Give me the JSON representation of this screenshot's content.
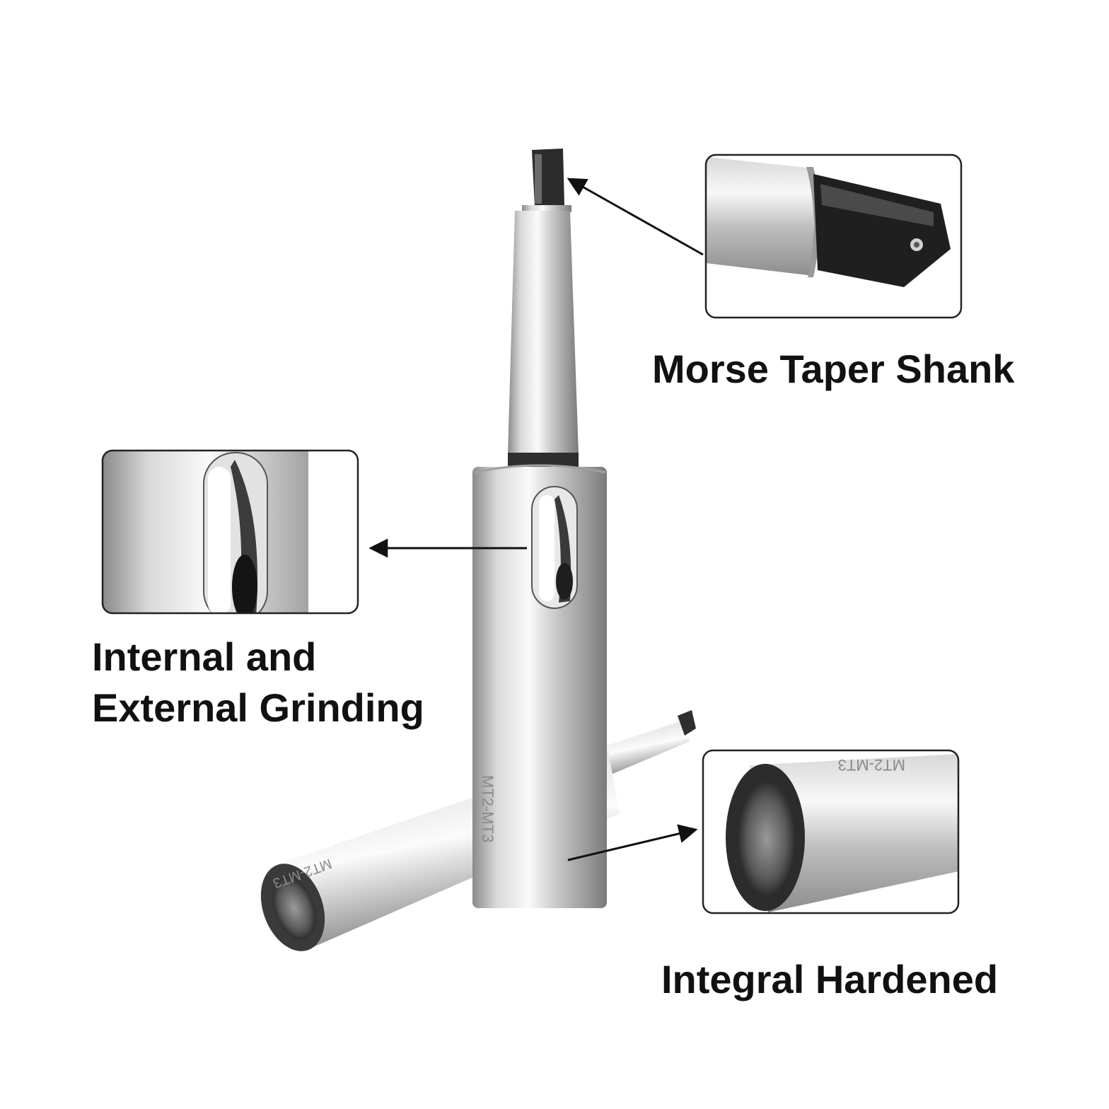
{
  "captions": {
    "shank": "Morse Taper Shank",
    "grinding_line1": "Internal and",
    "grinding_line2": "External Grinding",
    "hardened": "Integral Hardened"
  },
  "markings": {
    "size": "MT2-MT3"
  },
  "colors": {
    "background": "#ffffff",
    "text": "#111111",
    "steel_light": "#f2f2f2",
    "steel_mid": "#b8b8b8",
    "steel_dark": "#6f6f6f",
    "oxide": "#2a2a2a",
    "frame": "#222222"
  }
}
